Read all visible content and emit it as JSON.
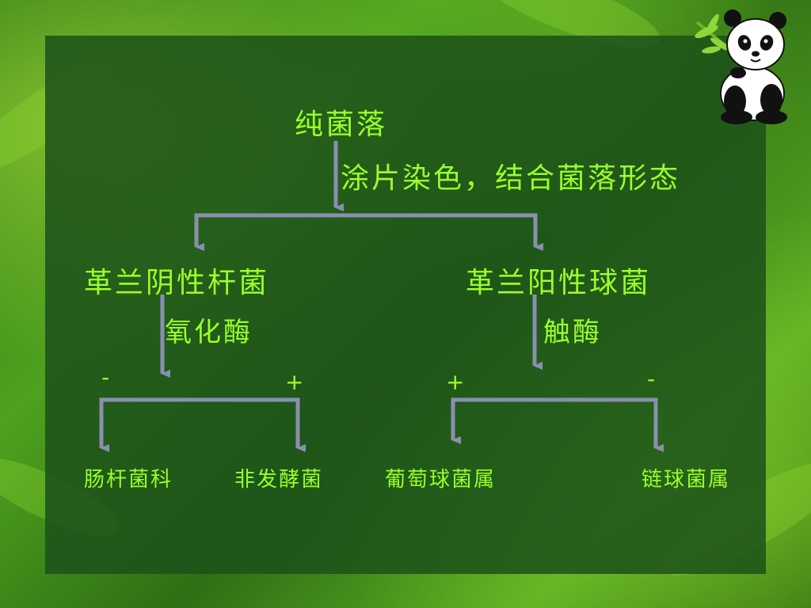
{
  "diagram": {
    "root": "纯菌落",
    "root_note": "涂片染色，结合菌落形态",
    "left": {
      "label": "革兰阴性杆菌",
      "test": "氧化酶",
      "neg_sign": "-",
      "pos_sign": "+",
      "neg_result": "肠杆菌科",
      "pos_result": "非发酵菌"
    },
    "right": {
      "label": "革兰阳性球菌",
      "test": "触酶",
      "pos_sign": "+",
      "neg_sign": "-",
      "pos_result": "葡萄球菌属",
      "neg_result": "链球菌属"
    }
  },
  "colors": {
    "text": "#9aff2a",
    "arrow": "#8a8fb0",
    "panel": "#1c521a"
  },
  "decoration": {
    "corner_image": "panda-with-bamboo-icon"
  }
}
